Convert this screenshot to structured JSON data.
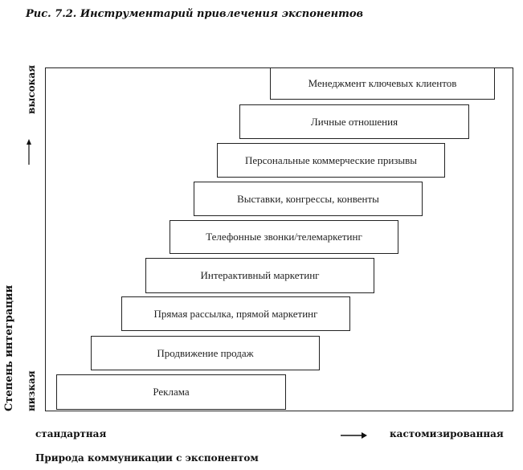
{
  "title": "Рис. 7.2. Инструментарий привлечения экспонентов",
  "boxes": [
    "Менеджмент ключевых клиентов",
    "Личные отношения",
    "Персональные коммерческие призывы",
    "Выставки, конгрессы, конвенты",
    "Телефонные звонки/телемаркетинг",
    "Интерактивный маркетинг",
    "Прямая рассылка, прямой маркетинг",
    "Продвижение продаж",
    "Реклама"
  ],
  "y_axis": {
    "label": "Степень интеграции",
    "high": "высокая",
    "low": "низкая"
  },
  "x_axis": {
    "label": "Природа коммуникации с экспонентом",
    "low": "стандартная",
    "high": "кастомизированная"
  }
}
